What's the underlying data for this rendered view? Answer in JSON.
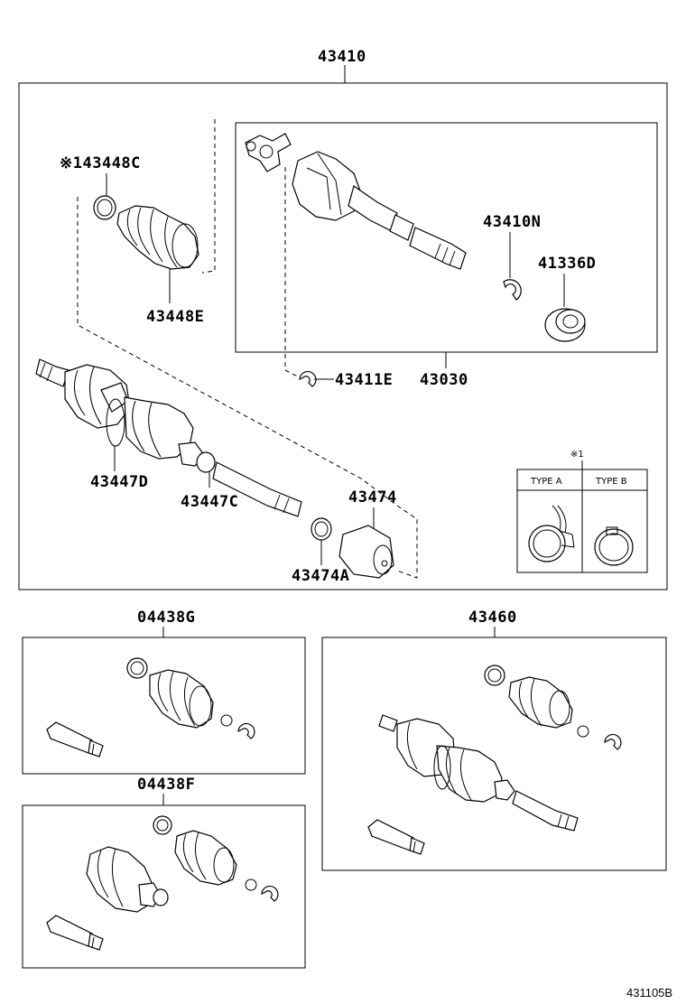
{
  "labels": {
    "assembly": "43410",
    "inboard_joint": "43030",
    "snap_ring_inner": "43410N",
    "dust_seal": "41336D",
    "boot_clamp_inboard": "43448C",
    "boot_clamp_note": "※1",
    "inboard_boot": "43448E",
    "snap_ring": "43411E",
    "outboard_boot": "43447D",
    "boot_clamp_outboard": "43447C",
    "damper": "43474",
    "damper_clamp": "43474A",
    "boot_kit_g": "04438G",
    "boot_kit_f": "04438F",
    "outboard_joint": "43460",
    "diagram_ref": "431105B"
  },
  "clamp_types": {
    "note": "※1",
    "type_a": "TYPE A",
    "type_b": "TYPE B"
  }
}
